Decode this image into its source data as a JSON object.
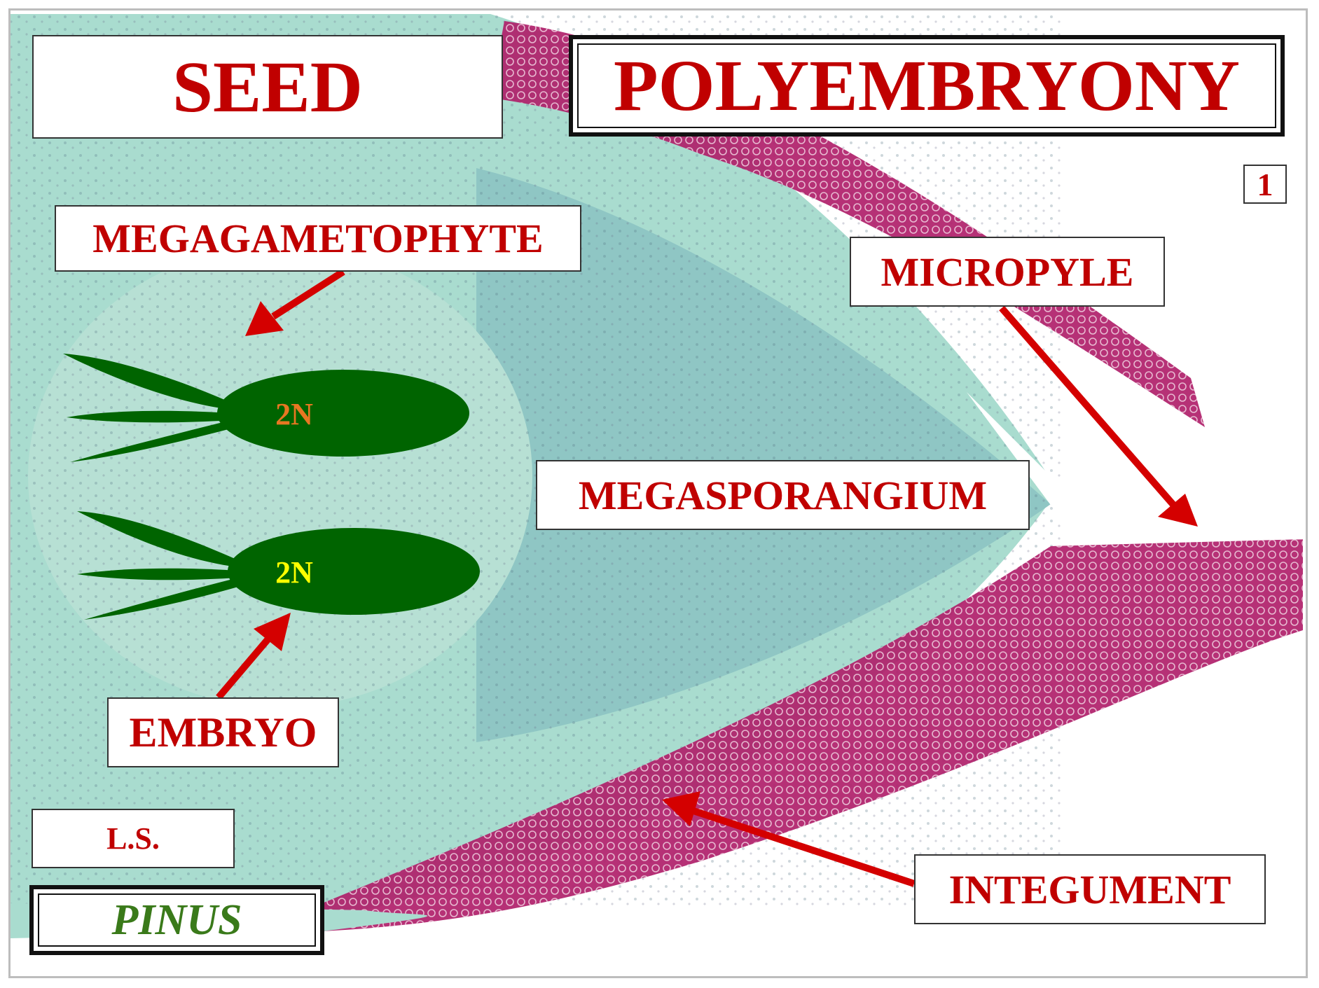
{
  "title": "SEED",
  "subtitle": "POLYEMBRYONY",
  "slide_number": "1",
  "labels": {
    "megagametophyte": "MEGAGAMETOPHYTE",
    "micropyle": "MICROPYLE",
    "megasporangium": "MEGASPORANGIUM",
    "embryo": "EMBRYO",
    "integument": "INTEGUMENT",
    "section": "L.S.",
    "genus": "PINUS"
  },
  "embryos": [
    {
      "ploidy": "2N",
      "label_color": "#e87722"
    },
    {
      "ploidy": "2N",
      "label_color": "#ffff00"
    }
  ],
  "colors": {
    "label_text": "#c00000",
    "arrow": "#d40000",
    "embryo_fill": "#006400",
    "genus_text": "#3a7a1a",
    "tissue_green": "#a9dccf",
    "integument_magenta": "#b0206a"
  }
}
